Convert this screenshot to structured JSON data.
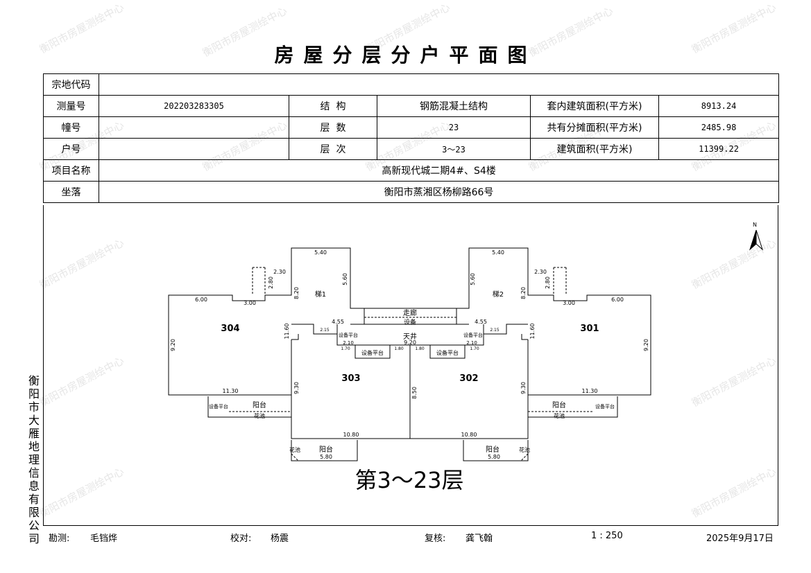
{
  "title": "房屋分层分户平面图",
  "watermark_text": "衡阳市房屋测绘中心",
  "info": {
    "zongdi_label": "宗地代码",
    "zongdi_value": "",
    "celiang_label": "测量号",
    "celiang_value": "202203283305",
    "jiegou_label": "结  构",
    "jiegou_value": "钢筋混凝土结构",
    "taonei_label": "套内建筑面积(平方米)",
    "taonei_value": "8913.24",
    "zhuang_label": "幢号",
    "zhuang_value": "",
    "cengshu_label": "层  数",
    "cengshu_value": "23",
    "gongyou_label": "共有分摊面积(平方米)",
    "gongyou_value": "2485.98",
    "hu_label": "户号",
    "hu_value": "",
    "cengci_label": "层  次",
    "cengci_value": "3～23",
    "jianzhu_label": "建筑面积(平方米)",
    "jianzhu_value": "11399.22",
    "xiangmu_label": "项目名称",
    "xiangmu_value": "高新现代城二期4#、S4楼",
    "zuoluo_label": "坐落",
    "zuoluo_value": "衡阳市蒸湘区杨柳路66号"
  },
  "plan": {
    "floor_label": "第3～23层",
    "north_label": "N",
    "units": [
      "304",
      "303",
      "302",
      "301"
    ],
    "stair_left": "梯1",
    "stair_right": "梯2",
    "corridor": "走廊",
    "equipment_center": "设备",
    "atrium": "天井",
    "equipment_platform": "设备平台",
    "balcony": "阳台",
    "flower_bed": "花池",
    "dims": {
      "d540": "5.40",
      "d560": "5.60",
      "d820": "8.20",
      "d230": "2.30",
      "d280": "2.80",
      "d600": "6.00",
      "d300": "3.00",
      "d920": "9.20",
      "d1160": "11.60",
      "d455": "4.55",
      "d215": "2.15",
      "d210": "2.10",
      "d1130": "11.30",
      "d930": "9.30",
      "d850": "8.50",
      "d1080": "10.80",
      "d580": "5.80",
      "d170": "1.70",
      "d180": "1.80"
    }
  },
  "side_company": "衡阳市大雁地理信息有限公司",
  "footer": {
    "kance_label": "勘测:",
    "kance_name": "毛铛烨",
    "jiaodui_label": "校对:",
    "jiaodui_name": "杨震",
    "fuhe_label": "复核:",
    "fuhe_name": "龚飞翰",
    "scale": "1 : 250",
    "date": "2025年9月17日"
  }
}
